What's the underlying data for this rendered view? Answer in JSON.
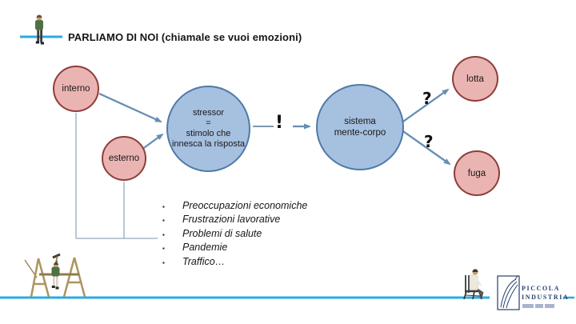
{
  "title": "PARLIAMO DI NOI (chiamale se vuoi emozioni)",
  "nodes": {
    "interno": "interno",
    "esterno": "esterno",
    "stressor": [
      "stressor",
      "=",
      "stimolo che",
      "innesca la risposta"
    ],
    "sistema": [
      "sistema",
      "mente-corpo"
    ],
    "lotta": "lotta",
    "fuga": "fuga"
  },
  "marks": {
    "exclamation": "!",
    "question_top": "?",
    "question_bottom": "?"
  },
  "bullet_char": "▪",
  "bullets": [
    "Preoccupazioni economiche",
    "Frustrazioni lavorative",
    "Problemi di salute",
    "Pandemie",
    "Traffico…"
  ],
  "logo": {
    "line1": "PICCOLA",
    "line2": "INDUSTRIA"
  },
  "colors": {
    "pink_fill": "#eab4b2",
    "pink_border": "#8e3d3b",
    "blue_fill": "#a6c0df",
    "blue_border": "#4f7aa8",
    "arrow": "#678db4",
    "cyan_line": "#29abe2",
    "logo_navy": "#253f6b",
    "text": "#161616"
  }
}
